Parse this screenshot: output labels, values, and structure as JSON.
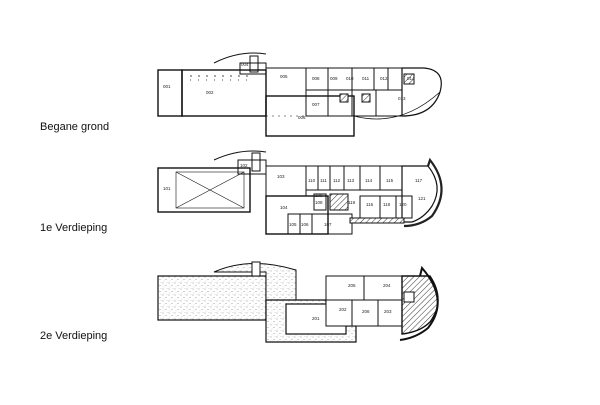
{
  "floors": [
    {
      "label": "Begane grond",
      "rooms": [
        "001",
        "002",
        "004",
        "005",
        "006",
        "007",
        "008",
        "009",
        "010",
        "011",
        "012",
        "013",
        "014"
      ]
    },
    {
      "label": "1e Verdieping",
      "rooms": [
        "101",
        "102",
        "103",
        "104",
        "105",
        "106",
        "107",
        "108",
        "109",
        "110",
        "111",
        "112",
        "113",
        "114",
        "115",
        "116",
        "117",
        "118",
        "119",
        "120",
        "121"
      ]
    },
    {
      "label": "2e Verdieping",
      "rooms": [
        "201",
        "202",
        "203",
        "204",
        "205",
        "206"
      ]
    }
  ]
}
